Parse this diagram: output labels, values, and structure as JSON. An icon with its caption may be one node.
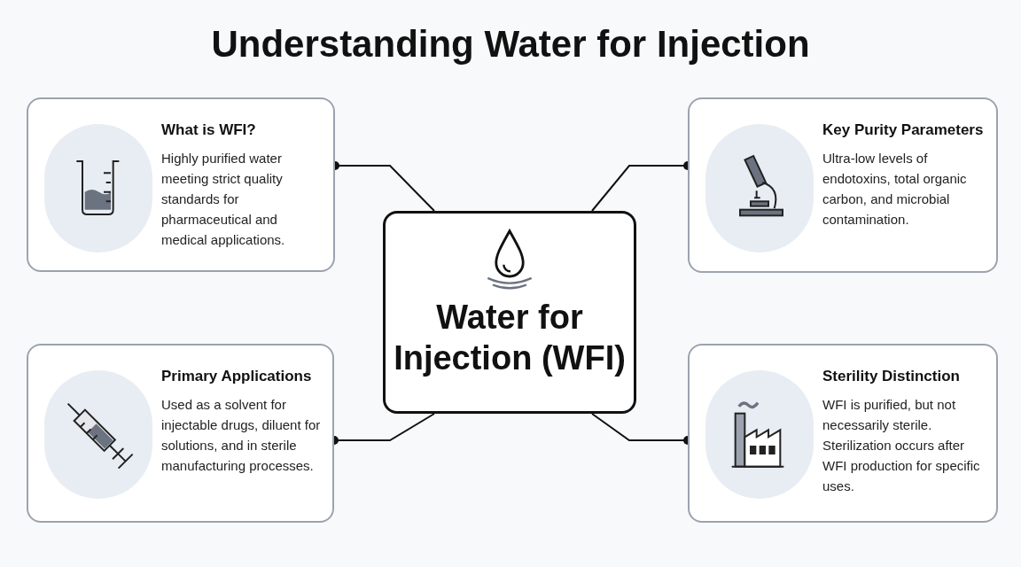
{
  "diagram": {
    "title": "Understanding Water for Injection",
    "nodes": [
      {
        "text": [
          "What is WFI?",
          "Highly purified water meeting strict quality standards for pharmaceutical and medical applications."
        ]
      },
      {
        "text": [
          "Key Purity Parameters",
          "Ultra-low levels of endotoxins, total organic carbon, and microbial contamination."
        ]
      },
      {
        "text": [
          "Water for Injection (WFI)"
        ]
      },
      {
        "text": [
          "Primary Applications",
          "Used as a solvent for injectable drugs, diluent for solutions, and in sterile manufacturing processes."
        ]
      },
      {
        "text": [
          "Sterility Distinction",
          "WFI is purified, but not necessarily sterile. Sterilization occurs after WFI production for specific uses."
        ]
      }
    ],
    "edges": [
      {
        "from": 2,
        "to": 0,
        "arrow": "other"
      },
      {
        "from": 2,
        "to": 1,
        "arrow": "other"
      },
      {
        "from": 2,
        "to": 3,
        "arrow": "other"
      },
      {
        "from": 2,
        "to": 4,
        "arrow": "other"
      }
    ]
  }
}
